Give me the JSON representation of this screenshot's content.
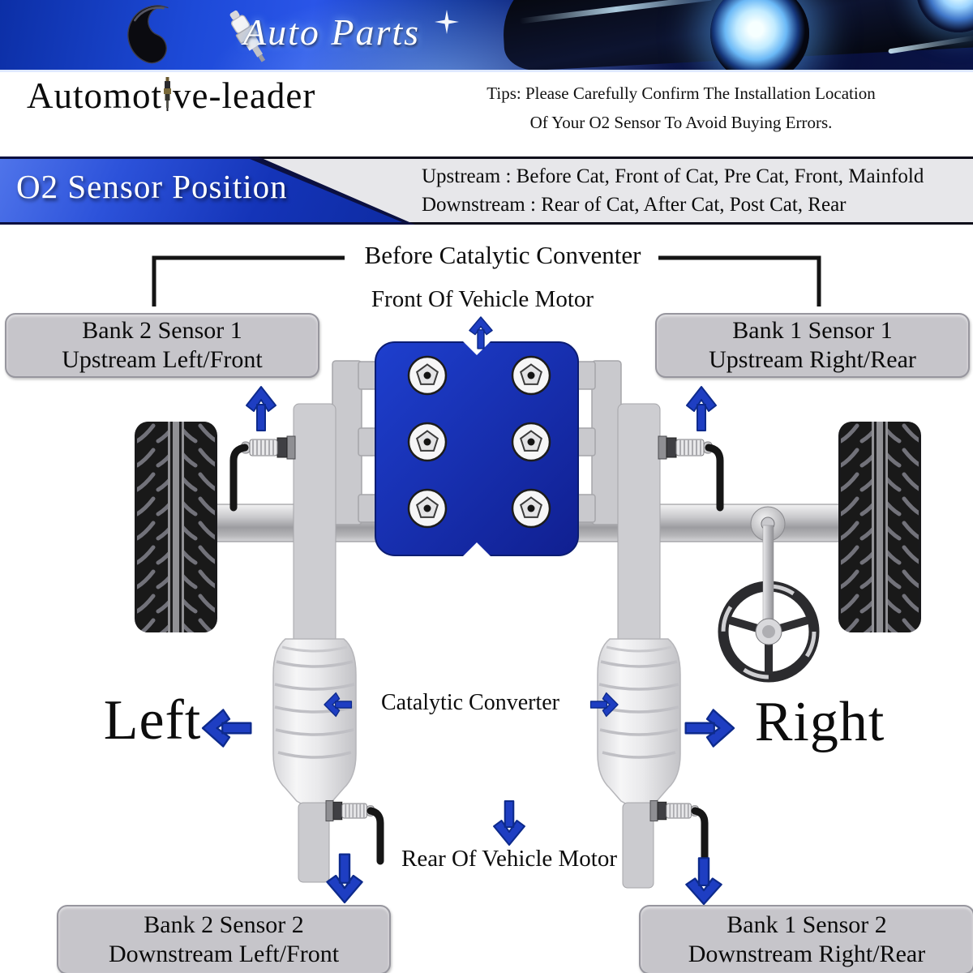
{
  "banner": {
    "brand": "Auto Parts"
  },
  "header": {
    "company": "Automotive-leader",
    "company_part1": "Automot",
    "company_part2": "ve-leader",
    "tips_line1": "Tips: Please Carefully Confirm The Installation Location",
    "tips_line2": "Of Your O2 Sensor To Avoid Buying Errors."
  },
  "position_bar": {
    "title": "O2 Sensor Position",
    "upstream": "Upstream : Before Cat, Front of Cat, Pre Cat, Front, Mainfold",
    "downstream": "Downstream : Rear of Cat, After Cat, Post Cat, Rear"
  },
  "diagram": {
    "bracket_label": "Before Catalytic Conventer",
    "front_label": "Front Of Vehicle Motor",
    "rear_label": "Rear Of Vehicle Motor",
    "cat_label": "Catalytic Converter",
    "left_label": "Left",
    "right_label": "Right",
    "boxes": {
      "top_left": {
        "line1": "Bank 2 Sensor 1",
        "line2": "Upstream Left/Front"
      },
      "top_right": {
        "line1": "Bank 1 Sensor 1",
        "line2": "Upstream Right/Rear"
      },
      "bottom_left": {
        "line1": "Bank 2 Sensor 2",
        "line2": "Downstream Left/Front"
      },
      "bottom_right": {
        "line1": "Bank 1 Sensor 2",
        "line2": "Downstream Right/Rear"
      }
    }
  },
  "colors": {
    "engine_blue": "#1733b2",
    "arrow_blue": "#1e3ec2",
    "banner_blue": "#1434b8",
    "box_gray": "#c6c5ca",
    "photo_banner_navy": "#0a1448"
  }
}
